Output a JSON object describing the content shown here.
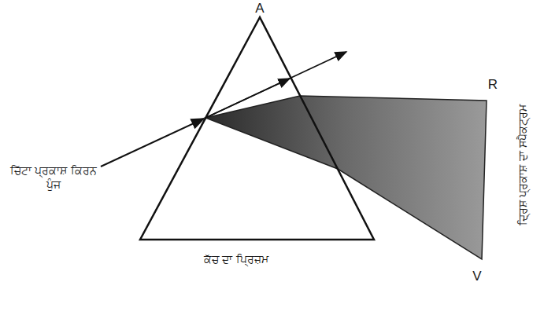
{
  "diagram": {
    "labels": [
      "A",
      "ਚਿੱਟਾ ਪ੍ਰਕਾਸ਼ ਕਿਰਨ ਪੁੰਜ",
      "R",
      "ਦ੍ਰਿਸ਼ ਪ੍ਰਕਾਸ਼ ਦਾ ਸਪੈਕਟ੍ਰਮ",
      "V",
      "ਕੱਚ ਦਾ ਪ੍ਰਿਜ਼ਮ"
    ]
  }
}
